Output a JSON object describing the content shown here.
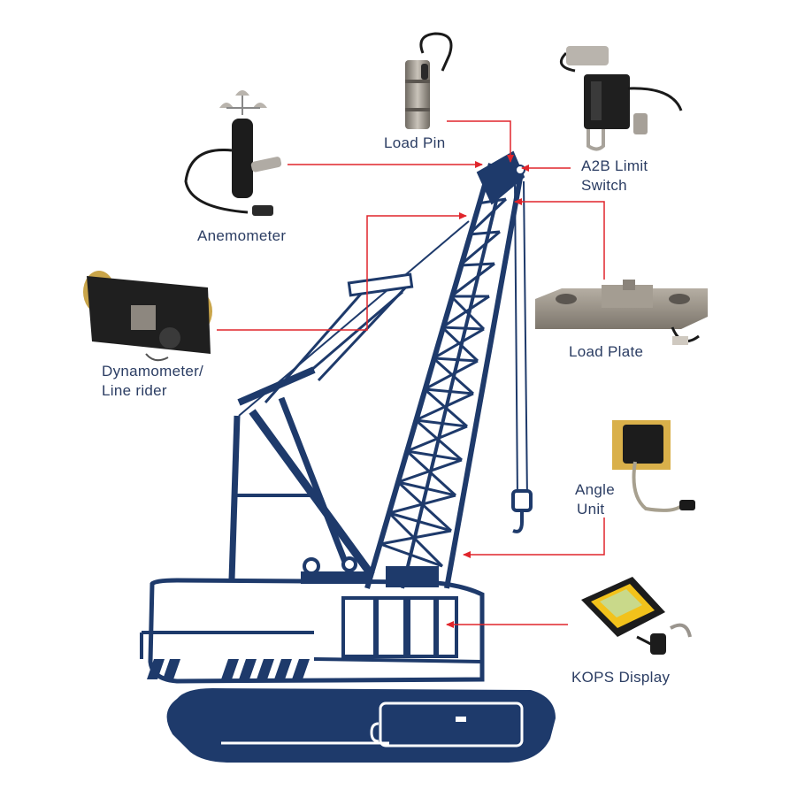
{
  "labels": {
    "load_pin": "Load Pin",
    "a2b_limit_switch": [
      "A2B Limit",
      "Switch"
    ],
    "anemometer": "Anemometer",
    "dynamometer": [
      "Dynamometer/",
      "Line rider"
    ],
    "load_plate": "Load Plate",
    "angle_unit": [
      "Angle",
      "Unit"
    ],
    "kops_display": "KOPS Display"
  },
  "colors": {
    "crane": "#1e3a6b",
    "callout": "#e0252b",
    "label_text": "#2b3d63",
    "component_dark": "#1c1c1c",
    "component_metal": "#9a958e",
    "display_yellow": "#f2c21b",
    "display_screen": "#c9d98a",
    "background": "#ffffff"
  },
  "icons": {
    "crane": "crawler-crane-illustration",
    "load_pin": "load-pin-sensor-icon",
    "a2b": "a2b-limit-switch-icon",
    "anemometer": "anemometer-icon",
    "dynamometer": "dynamometer-line-rider-icon",
    "load_plate": "load-plate-icon",
    "angle_unit": "angle-unit-icon",
    "kops_display": "kops-display-icon"
  }
}
